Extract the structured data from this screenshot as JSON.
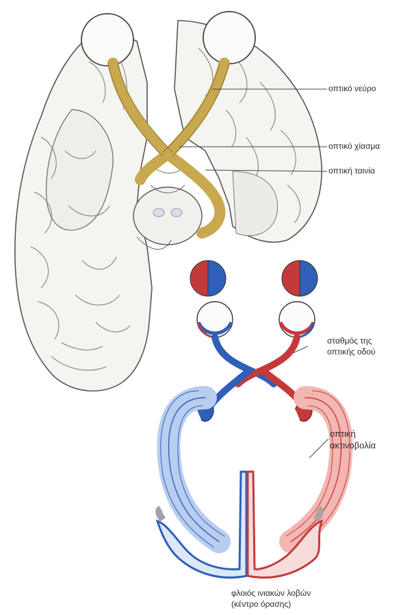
{
  "labels": {
    "optic_nerve": "οπτικό νεύρο",
    "optic_chiasm": "οπτικό χίασμα",
    "optic_tract": "οπτική ταινία",
    "relay_station_line1": "σταθμός της",
    "relay_station_line2": "οπτικής οδού",
    "optic_radiation_line1": "οπτική",
    "optic_radiation_line2": "ακτινοβολία",
    "occipital_cortex_line1": "φλοιός ινιακών λοβών",
    "occipital_cortex_line2": "(κέντρο όρασης)"
  },
  "colors": {
    "nerve_tan": "#c9a94f",
    "left_pathway_blue": "#2f5fb8",
    "right_pathway_red": "#c43a3a",
    "brain_outline": "#555555"
  }
}
